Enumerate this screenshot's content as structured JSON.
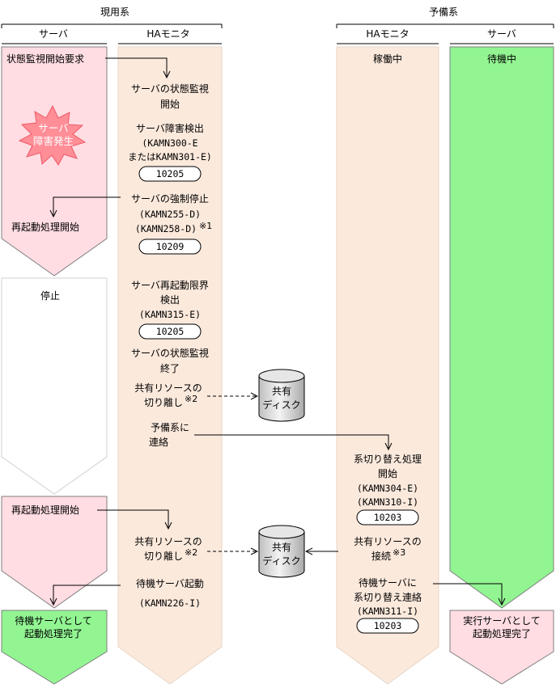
{
  "headers": {
    "active_system": "現用系",
    "standby_system": "予備系",
    "col_server_left": "サーバ",
    "col_ha_left": "HAモニタ",
    "col_ha_right": "HAモニタ",
    "col_server_right": "サーバ"
  },
  "colors": {
    "pink": "#ffdde3",
    "green": "#92f592",
    "beige": "#fbe9dc",
    "burst": "#ff8e97"
  },
  "left_server": {
    "status_monitor_request": "状態監視開始要求",
    "failure_line1": "サーバ",
    "failure_line2": "障害発生",
    "restart_start": "再起動処理開始",
    "stopped": "停止",
    "restart_start2": "再起動処理開始",
    "final_line1": "待機サーバとして",
    "final_line2": "起動処理完了"
  },
  "left_ha": {
    "monitor_start_l1": "サーバの状態監視",
    "monitor_start_l2": "開始",
    "failure_detect_l1": "サーバ障害検出",
    "failure_detect_l2": "(KAMN300-E",
    "failure_detect_l3": "またはKAMN301-E)",
    "code1": "10205",
    "forced_stop_l1": "サーバの強制停止",
    "forced_stop_l2": "(KAMN255-D)",
    "forced_stop_l3": "(KAMN258-D)",
    "note1": "※1",
    "code2": "10209",
    "restart_limit_l1": "サーバ再起動限界",
    "restart_limit_l2": "検出",
    "restart_limit_l3": "(KAMN315-E)",
    "code3": "10205",
    "monitor_end_l1": "サーバの状態監視",
    "monitor_end_l2": "終了",
    "detach1_l1": "共有リソースの",
    "detach1_l2": "切り離し",
    "note2": "※2",
    "notify_l1": "予備系に",
    "notify_l2": "連絡",
    "detach2_l1": "共有リソースの",
    "detach2_l2": "切り離し",
    "note2b": "※2",
    "standby_start_l1": "待機サーバ起動",
    "standby_start_l2": "(KAMN226-I)"
  },
  "right_ha": {
    "running": "稼働中",
    "switch_l1": "系切り替え処理",
    "switch_l2": "開始",
    "switch_l3": "(KAMN304-E)",
    "switch_l4": "(KAMN310-I)",
    "code4": "10203",
    "connect_l1": "共有リソースの",
    "connect_l2": "接続",
    "note3": "※3",
    "notify_l1": "待機サーバに",
    "notify_l2": "系切り替え連絡",
    "notify_l3": "(KAMN311-I)",
    "code5": "10203"
  },
  "right_server": {
    "standby": "待機中",
    "final_line1": "実行サーバとして",
    "final_line2": "起動処理完了"
  },
  "disk": {
    "top1_l1": "共有",
    "top1_l2": "ディスク",
    "top2_l1": "共有",
    "top2_l2": "ディスク"
  }
}
